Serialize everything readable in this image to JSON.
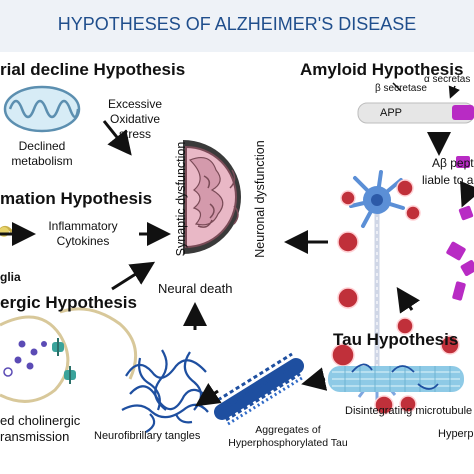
{
  "title": "HYPOTHESES OF ALZHEIMER'S DISEASE",
  "mitochondrial": {
    "heading": "rial decline Hypothesis",
    "caption_line1": "Declined",
    "caption_line2": "metabolism",
    "stress_line1": "Excessive",
    "stress_line2": "Oxidative",
    "stress_line3": "stress"
  },
  "inflammation": {
    "heading": "mation Hypothesis",
    "cytokines_line1": "Inflammatory",
    "cytokines_line2": "Cytokines",
    "glia": "glia"
  },
  "cholinergic": {
    "heading": "ergic Hypothesis",
    "caption_line1": "ed cholinergic",
    "caption_line2": "ransmission"
  },
  "brain": {
    "synaptic": "Synaptic dysfunction",
    "neuronal": "Neuronal dysfunction",
    "death": "Neural death"
  },
  "amyloid": {
    "heading": "Amyloid Hypothesis",
    "alpha": "α secretas",
    "beta": "β secretase",
    "app": "APP",
    "peptide": "Aβ pept",
    "liable": "liable to a"
  },
  "tau": {
    "heading": "Tau Hypothesis",
    "microtubule": "Disintegrating microtubule",
    "hyper": "Hyperp",
    "aggregates_line1": "Aggregates of",
    "aggregates_line2": "Hyperphosphorylated Tau",
    "tangles": "Neurofibrillary tangles"
  },
  "colors": {
    "title_bg": "#eef2f7",
    "title_text": "#1f4e8c",
    "brain_fill": "#e9b8c6",
    "brain_dark": "#3a3a3a",
    "mito": "#8fc3dc",
    "neuron": "#5b8fd6",
    "plaque": "#c0303a",
    "amyloid_purple": "#b82bc4",
    "tau_blue": "#1e4fa0",
    "microtubule": "#8ecae6",
    "cholinergic_green": "#3aa39b",
    "vesicle": "#5b4bb5"
  }
}
